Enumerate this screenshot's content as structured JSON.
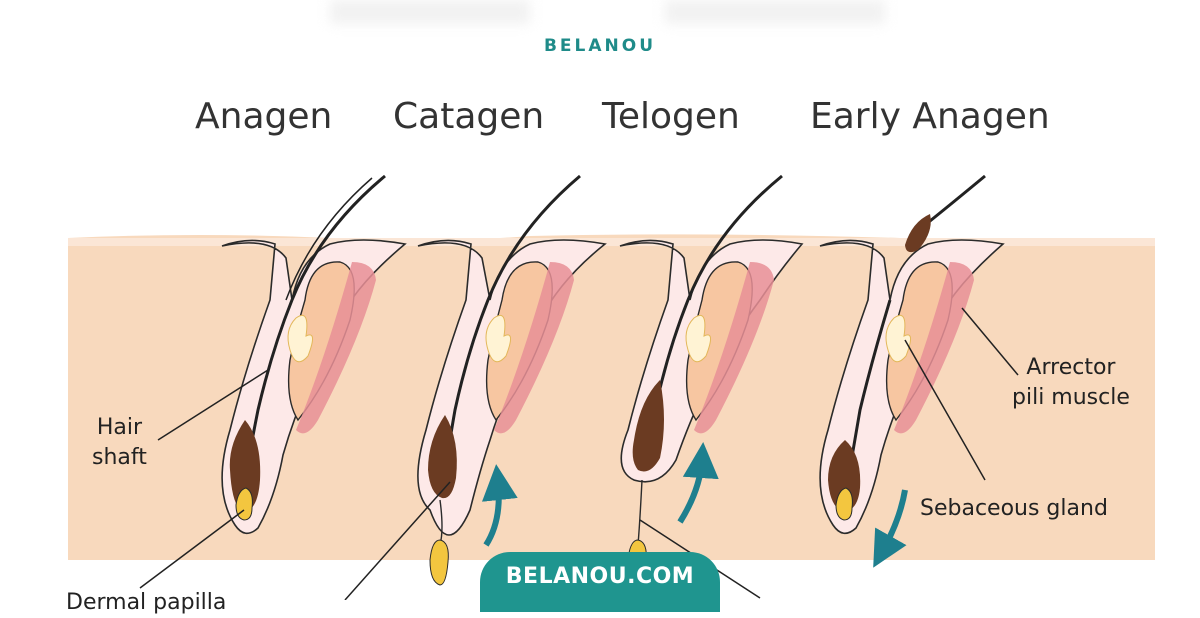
{
  "brand": {
    "logo_text": "BELANOU",
    "accent_color": "#1f8b89"
  },
  "phases": [
    {
      "label": "Anagen"
    },
    {
      "label": "Catagen"
    },
    {
      "label": "Telogen"
    },
    {
      "label": "Early Anagen"
    }
  ],
  "labels": {
    "hair_shaft": "Hair\nshaft",
    "arrector": "Arrector\npili muscle",
    "sebaceous": "Sebaceous gland",
    "dermal_papilla_cut": "Dermal papilla"
  },
  "colors": {
    "skin": "#f8d9bd",
    "follicle_sheath": "#fce7e6",
    "gland": "#f7c6a1",
    "muscle": "#e88f97",
    "hair": "#6b3b22",
    "papilla": "#f3c63f",
    "arrow": "#1e7f8e"
  },
  "cta": {
    "label": "BELANOU.COM"
  }
}
